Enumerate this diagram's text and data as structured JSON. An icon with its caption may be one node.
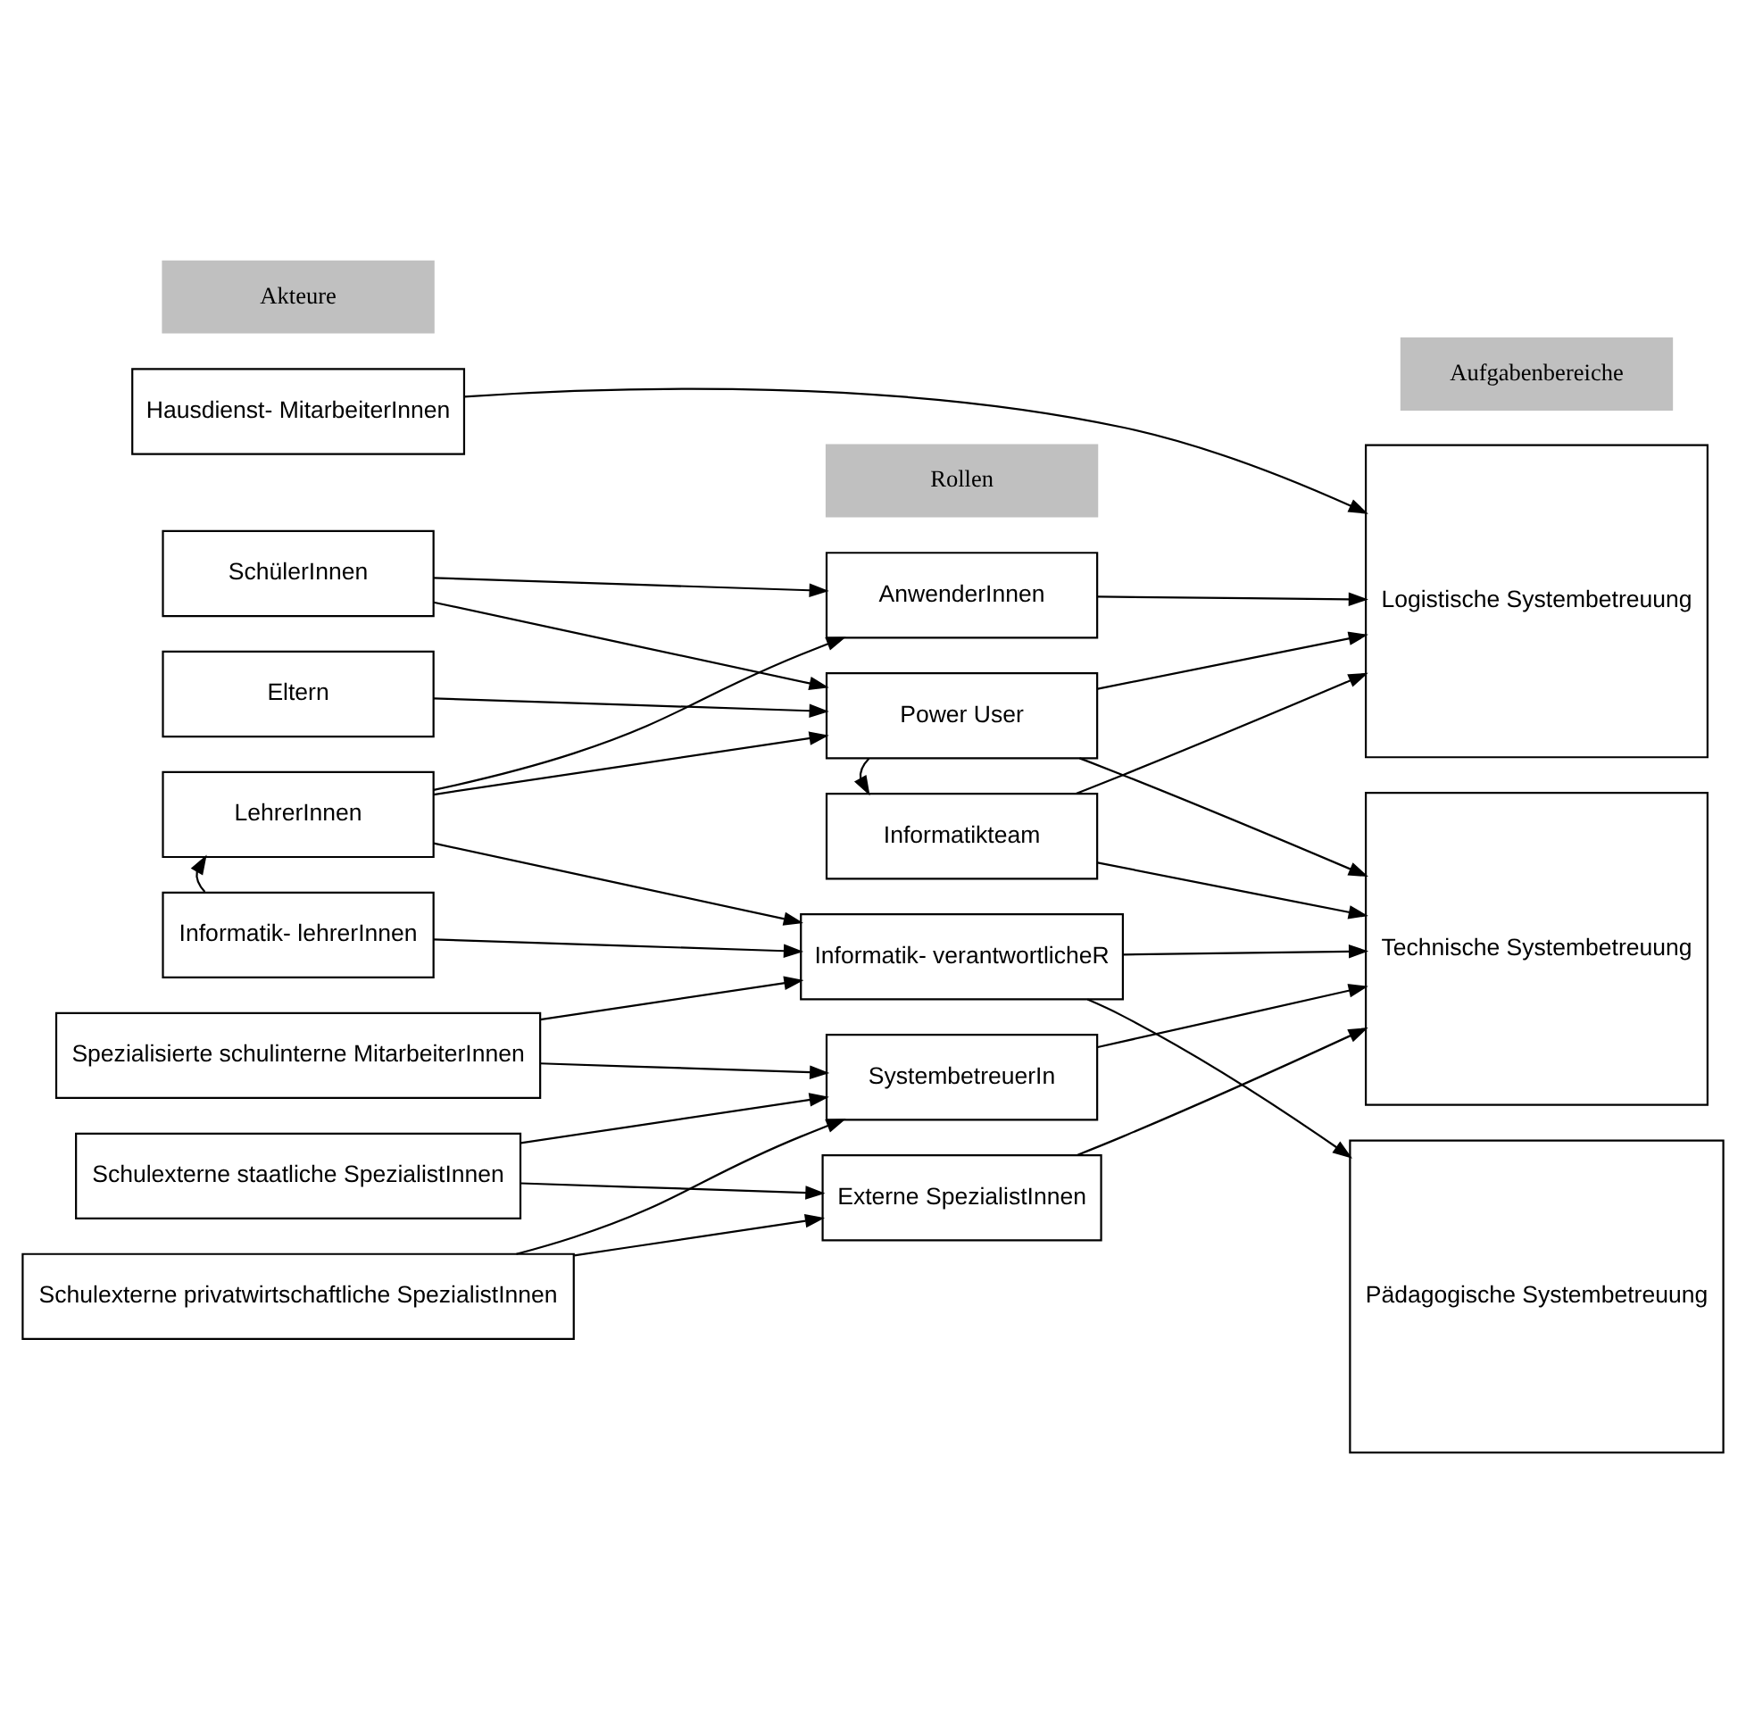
{
  "diagram": {
    "nodes": [
      {
        "text": [
          "Akteure"
        ]
      },
      {
        "text": [
          "Rollen"
        ]
      },
      {
        "text": [
          "Aufgabenbereiche"
        ]
      },
      {
        "text": [
          "Hausdienst- MitarbeiterInnen"
        ]
      },
      {
        "text": [
          "SchülerInnen"
        ]
      },
      {
        "text": [
          "Eltern"
        ]
      },
      {
        "text": [
          "LehrerInnen"
        ]
      },
      {
        "text": [
          "Informatik- lehrerInnen"
        ]
      },
      {
        "text": [
          "Spezialisierte schulinterne MitarbeiterInnen"
        ]
      },
      {
        "text": [
          "Schulexterne staatliche SpezialistInnen"
        ]
      },
      {
        "text": [
          "Schulexterne privatwirtschaftliche SpezialistInnen"
        ]
      },
      {
        "text": [
          "AnwenderInnen"
        ]
      },
      {
        "text": [
          "Power User"
        ]
      },
      {
        "text": [
          "Informatikteam"
        ]
      },
      {
        "text": [
          "Informatik- verantwortlicheR"
        ]
      },
      {
        "text": [
          "SystembetreuerIn"
        ]
      },
      {
        "text": [
          "Externe SpezialistInnen"
        ]
      },
      {
        "text": [
          "Logistische Systembetreuung"
        ]
      },
      {
        "text": [
          "Technische Systembetreuung"
        ]
      },
      {
        "text": [
          "Pädagogische Systembetreuung"
        ]
      }
    ],
    "edges": [
      {
        "from": 3,
        "to": 17,
        "arrow": "to"
      },
      {
        "from": 4,
        "to": 11,
        "arrow": "to"
      },
      {
        "from": 4,
        "to": 12,
        "arrow": "to"
      },
      {
        "from": 5,
        "to": 12,
        "arrow": "to"
      },
      {
        "from": 6,
        "to": 11,
        "arrow": "to"
      },
      {
        "from": 6,
        "to": 12,
        "arrow": "to"
      },
      {
        "from": 6,
        "to": 14,
        "arrow": "to"
      },
      {
        "from": 7,
        "to": 6,
        "arrow": "to"
      },
      {
        "from": 7,
        "to": 14,
        "arrow": "to"
      },
      {
        "from": 8,
        "to": 14,
        "arrow": "to"
      },
      {
        "from": 8,
        "to": 15,
        "arrow": "to"
      },
      {
        "from": 9,
        "to": 15,
        "arrow": "to"
      },
      {
        "from": 9,
        "to": 16,
        "arrow": "to"
      },
      {
        "from": 10,
        "to": 15,
        "arrow": "to"
      },
      {
        "from": 10,
        "to": 16,
        "arrow": "to"
      },
      {
        "from": 11,
        "to": 17,
        "arrow": "to"
      },
      {
        "from": 12,
        "to": 17,
        "arrow": "to"
      },
      {
        "from": 12,
        "to": 18,
        "arrow": "to"
      },
      {
        "from": 12,
        "to": 13,
        "arrow": "to"
      },
      {
        "from": 13,
        "to": 17,
        "arrow": "to"
      },
      {
        "from": 13,
        "to": 18,
        "arrow": "to"
      },
      {
        "from": 14,
        "to": 18,
        "arrow": "to"
      },
      {
        "from": 14,
        "to": 19,
        "arrow": "to"
      },
      {
        "from": 15,
        "to": 18,
        "arrow": "to"
      },
      {
        "from": 16,
        "to": 18,
        "arrow": "to"
      }
    ]
  }
}
